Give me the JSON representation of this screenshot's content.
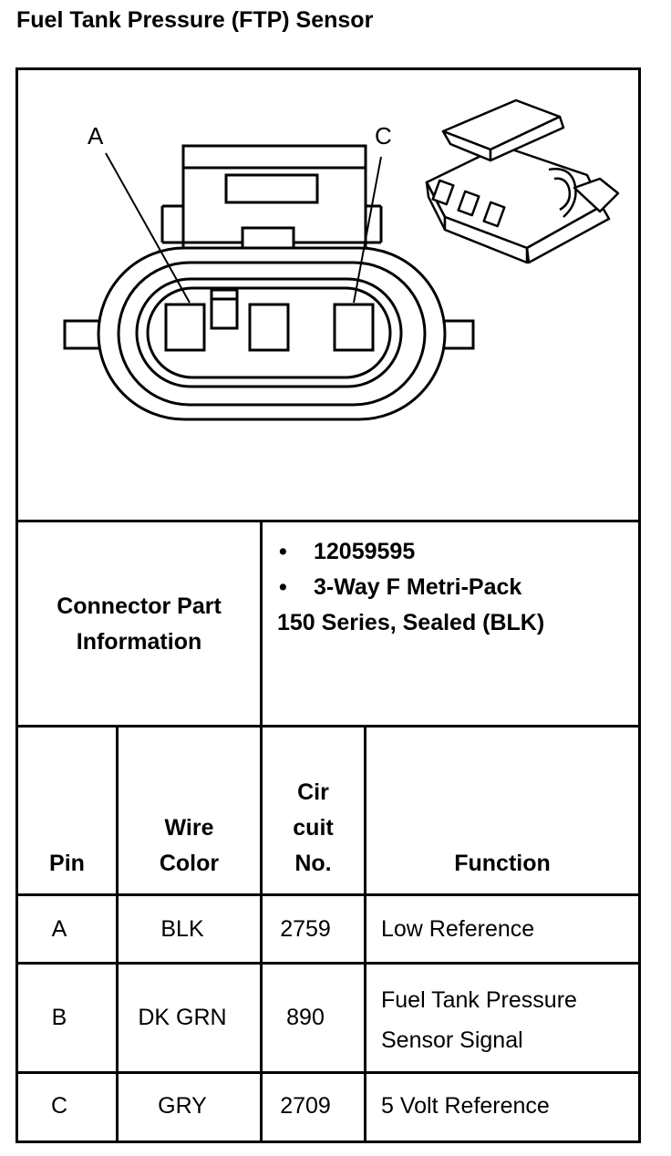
{
  "title": "Fuel Tank Pressure (FTP) Sensor",
  "diagram": {
    "label_a": "A",
    "label_c": "C"
  },
  "connector_info": {
    "label": "Connector Part Information",
    "bullet": "•",
    "part_number": "12059595",
    "description_line1": "3-Way F Metri-Pack",
    "description_line2": "150 Series, Sealed (BLK)"
  },
  "table": {
    "headers": {
      "pin": "Pin",
      "wire_line1": "Wire",
      "wire_line2": "Color",
      "circuit_line1": "Cir",
      "circuit_line2": "cuit",
      "circuit_line3": "No.",
      "function": "Function"
    },
    "rows": [
      {
        "pin": "A",
        "wire": "BLK",
        "circuit": "2759",
        "function_line1": "Low Reference",
        "function_line2": ""
      },
      {
        "pin": "B",
        "wire": "DK GRN",
        "circuit": "890",
        "function_line1": "Fuel Tank Pressure",
        "function_line2": "Sensor Signal"
      },
      {
        "pin": "C",
        "wire": "GRY",
        "circuit": "2709",
        "function_line1": "5 Volt Reference",
        "function_line2": ""
      }
    ]
  }
}
